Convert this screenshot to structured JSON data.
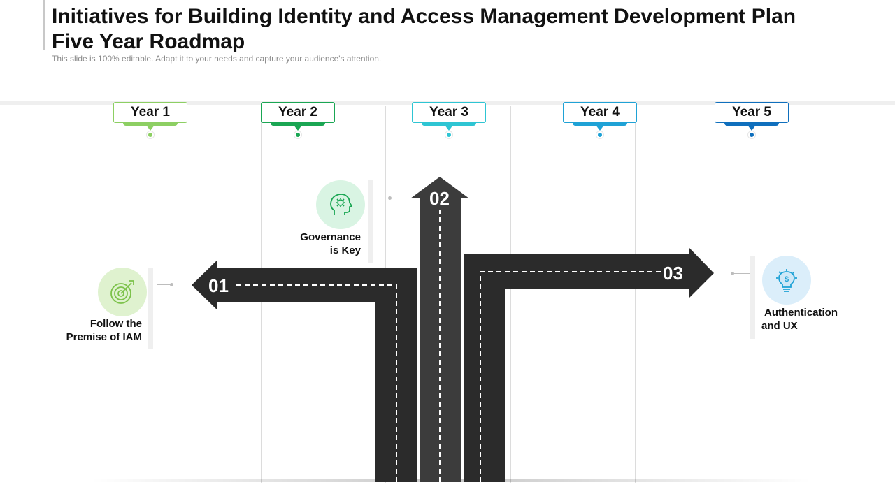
{
  "header": {
    "title": "Initiatives for Building Identity and Access Management Development Plan Five Year Roadmap",
    "subtitle": "This slide is 100% editable. Adapt it to your needs and capture your audience's attention."
  },
  "years": [
    {
      "label": "Year 1",
      "color": "#8dcf63"
    },
    {
      "label": "Year 2",
      "color": "#1aa653"
    },
    {
      "label": "Year 3",
      "color": "#2ec5d3"
    },
    {
      "label": "Year 4",
      "color": "#1fa2d6"
    },
    {
      "label": "Year 5",
      "color": "#0f6fbd"
    }
  ],
  "steps": [
    {
      "number": "01",
      "label_line1": "Follow the",
      "label_line2": "Premise of IAM",
      "icon": "target-icon",
      "icon_bg": "#dff2cf",
      "icon_color": "#7cc24a"
    },
    {
      "number": "02",
      "label_line1": "Governance",
      "label_line2": "is Key",
      "icon": "head-gear-icon",
      "icon_bg": "#d9f4e3",
      "icon_color": "#1aa653"
    },
    {
      "number": "03",
      "label_line1": "Authentication",
      "label_line2": "and UX",
      "icon": "lightbulb-dollar-icon",
      "icon_bg": "#dbeefa",
      "icon_color": "#1fa2d6"
    }
  ],
  "colors": {
    "road_dark": "#2b2b2b",
    "road_mid": "#3c3c3c",
    "dash": "#ffffff"
  }
}
